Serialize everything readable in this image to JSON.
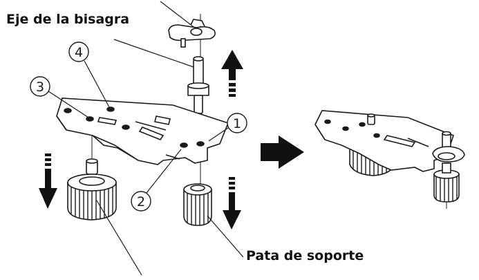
{
  "labels": {
    "hinge_axis": "Eje de la bisagra",
    "support_leg": "Pata de soporte"
  },
  "callouts": [
    "1",
    "2",
    "3",
    "4"
  ],
  "colors": {
    "line": "#1a1a1a",
    "fill": "#ffffff",
    "arrow": "#111111"
  }
}
